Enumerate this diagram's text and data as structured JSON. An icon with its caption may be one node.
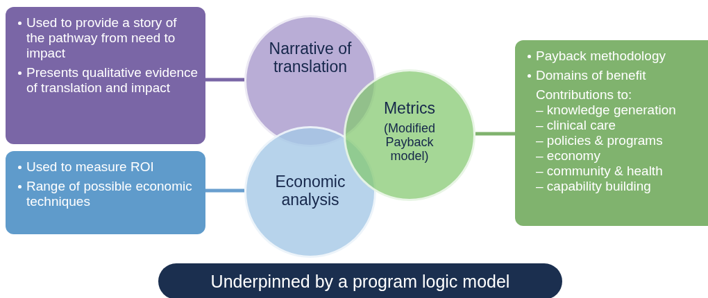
{
  "diagram": {
    "nodes": [
      {
        "text": [
          "Used to provide a story of the pathway from need to impact",
          "Presents qualitative evidence of translation and impact"
        ]
      },
      {
        "text": [
          "Narrative of translation"
        ]
      },
      {
        "text": [
          "Metrics",
          "(Modified Payback model)"
        ]
      },
      {
        "text": [
          "Payback methodology",
          "Domains of benefit",
          "Contributions to:",
          "– knowledge generation",
          "– clinical care",
          "– policies & programs",
          "– economy",
          "– community & health",
          "– capability building"
        ]
      },
      {
        "text": [
          "Used to measure ROI",
          "Range of possible economic techniques"
        ]
      },
      {
        "text": [
          "Economic analysis"
        ]
      },
      {
        "text": [
          "Underpinned by a program logic model"
        ]
      }
    ],
    "edges": [
      {
        "from": 0,
        "to": 1,
        "arrow": "none",
        "color": "#7a66a6"
      },
      {
        "from": 2,
        "to": 3,
        "arrow": "none",
        "color": "#80b36e"
      },
      {
        "from": 4,
        "to": 5,
        "arrow": "none",
        "color": "#6a9fcf"
      }
    ]
  }
}
